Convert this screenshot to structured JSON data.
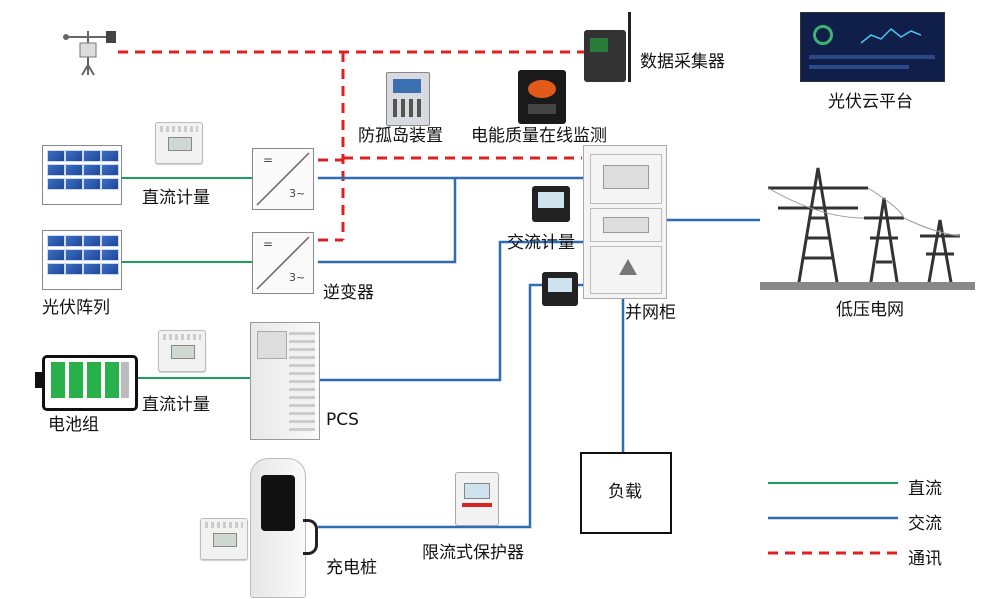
{
  "labels": {
    "data_collector": "数据采集器",
    "cloud": "光伏云平台",
    "anti_island": "防孤岛装置",
    "power_quality": "电能质量在线监测",
    "dc_meter_1": "直流计量",
    "ac_meter": "交流计量",
    "inverter": "逆变器",
    "pv_array": "光伏阵列",
    "grid_cabinet": "并网柜",
    "low_voltage_grid": "低压电网",
    "dc_meter_2": "直流计量",
    "battery": "电池组",
    "pcs": "PCS",
    "load": "负载",
    "charging_pile": "充电桩",
    "current_limiter": "限流式保护器"
  },
  "inverter_symbols": {
    "dc": "=",
    "ac": "3~"
  },
  "legend": [
    {
      "label": "直流",
      "color": "#1aa05a",
      "style": "solid"
    },
    {
      "label": "交流",
      "color": "#2c6db3",
      "style": "solid"
    },
    {
      "label": "通讯",
      "color": "#e02020",
      "style": "dashed"
    }
  ],
  "colors": {
    "dc": "#1aa05a",
    "ac": "#2c6db3",
    "comm": "#e02020"
  }
}
